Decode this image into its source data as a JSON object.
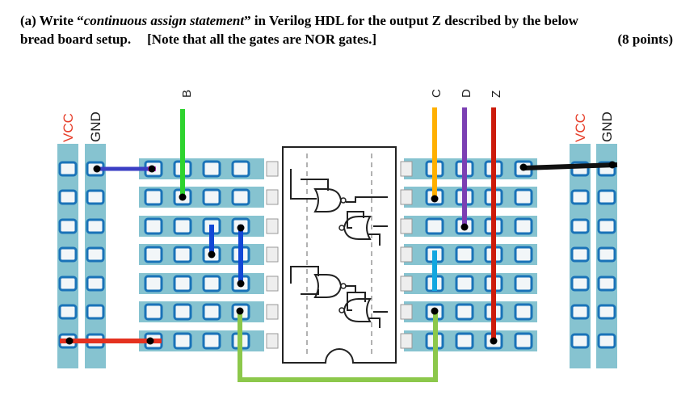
{
  "question": {
    "prefix": "(a) Write “",
    "emphasis": "continuous assign statement",
    "suffix": "” in Verilog HDL for the output Z described by the below",
    "line2": "bread board setup.",
    "note": "[Note that all the gates are NOR gates.]",
    "points": "(8 points)"
  },
  "labels": {
    "vcc": "VCC",
    "gnd": "GND",
    "b": "B",
    "c": "C",
    "d": "D",
    "z": "Z"
  },
  "colors": {
    "rail": "#86c3d0",
    "hole": "#1a73b8",
    "vcc_text": "#e63e2a",
    "wire_b": "#2ed32e",
    "wire_c": "#ffb000",
    "wire_d": "#7b3fb3",
    "wire_z": "#cc1b0b",
    "wire_gnd": "#111111",
    "wire_vcc": "#e4311f",
    "wire_blue": "#1247d6",
    "wire_lightgreen": "#8cc84b",
    "wire_cyan": "#12a7e0",
    "wire_navy": "#3b3fc4",
    "wire_magenta": "#d542d5"
  }
}
